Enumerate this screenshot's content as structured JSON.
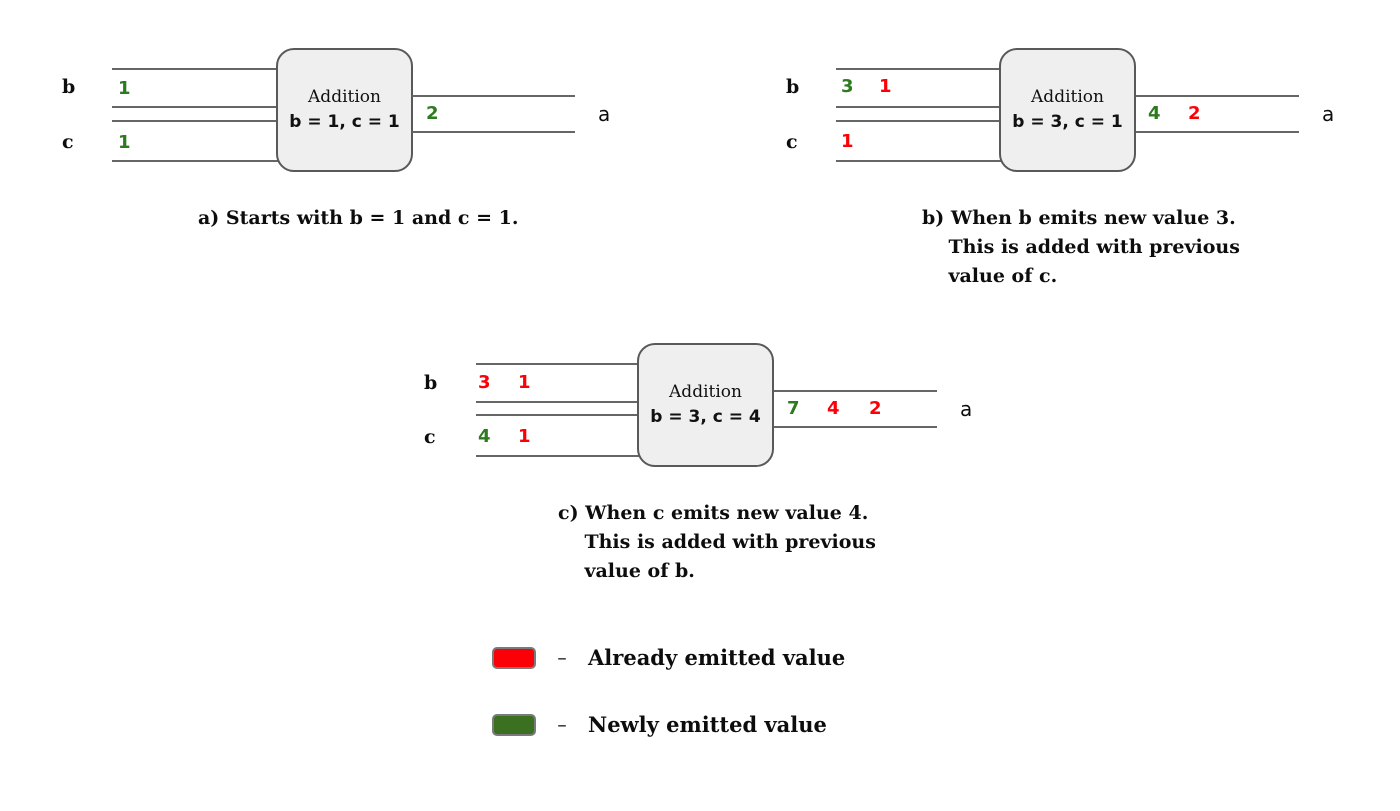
{
  "diagram": {
    "title": "Stream addition marble diagram",
    "colors": {
      "new_value": "#2d7a1f",
      "already_emitted_value": "#fb0007",
      "box_fill": "#efefef",
      "box_border": "#595959",
      "lane_line": "#666666",
      "text": "#0d0d0d"
    }
  },
  "panels": [
    {
      "id": "a",
      "caption": "a) Starts with b = 1 and c = 1.",
      "box": {
        "title": "Addition",
        "subtitle": "b = 1, c = 1"
      },
      "inputs": [
        {
          "name": "b",
          "tokens": [
            {
              "value": "1",
              "state": "new"
            }
          ]
        },
        {
          "name": "c",
          "tokens": [
            {
              "value": "1",
              "state": "new"
            }
          ]
        }
      ],
      "output": {
        "name": "a",
        "tokens": [
          {
            "value": "2",
            "state": "new"
          }
        ]
      }
    },
    {
      "id": "b",
      "caption": "b) When b emits new value 3.\n    This is added with previous\n    value of c.",
      "box": {
        "title": "Addition",
        "subtitle": "b = 3, c = 1"
      },
      "inputs": [
        {
          "name": "b",
          "tokens": [
            {
              "value": "3",
              "state": "new"
            },
            {
              "value": "1",
              "state": "old"
            }
          ]
        },
        {
          "name": "c",
          "tokens": [
            {
              "value": "1",
              "state": "old"
            }
          ]
        }
      ],
      "output": {
        "name": "a",
        "tokens": [
          {
            "value": "4",
            "state": "new"
          },
          {
            "value": "2",
            "state": "old"
          }
        ]
      }
    },
    {
      "id": "c",
      "caption": "c) When c emits new value 4.\n    This is added with previous\n    value of b.",
      "box": {
        "title": "Addition",
        "subtitle": "b = 3, c = 4"
      },
      "inputs": [
        {
          "name": "b",
          "tokens": [
            {
              "value": "3",
              "state": "old"
            },
            {
              "value": "1",
              "state": "old"
            }
          ]
        },
        {
          "name": "c",
          "tokens": [
            {
              "value": "4",
              "state": "new"
            },
            {
              "value": "1",
              "state": "old"
            }
          ]
        }
      ],
      "output": {
        "name": "a",
        "tokens": [
          {
            "value": "7",
            "state": "new"
          },
          {
            "value": "4",
            "state": "old"
          },
          {
            "value": "2",
            "state": "old"
          }
        ]
      }
    }
  ],
  "legend": {
    "separator": "–",
    "items": [
      {
        "swatch_color": "#fb0007",
        "label": "Already emitted value"
      },
      {
        "swatch_color": "#3a7020",
        "label": "Newly emitted value"
      }
    ]
  }
}
